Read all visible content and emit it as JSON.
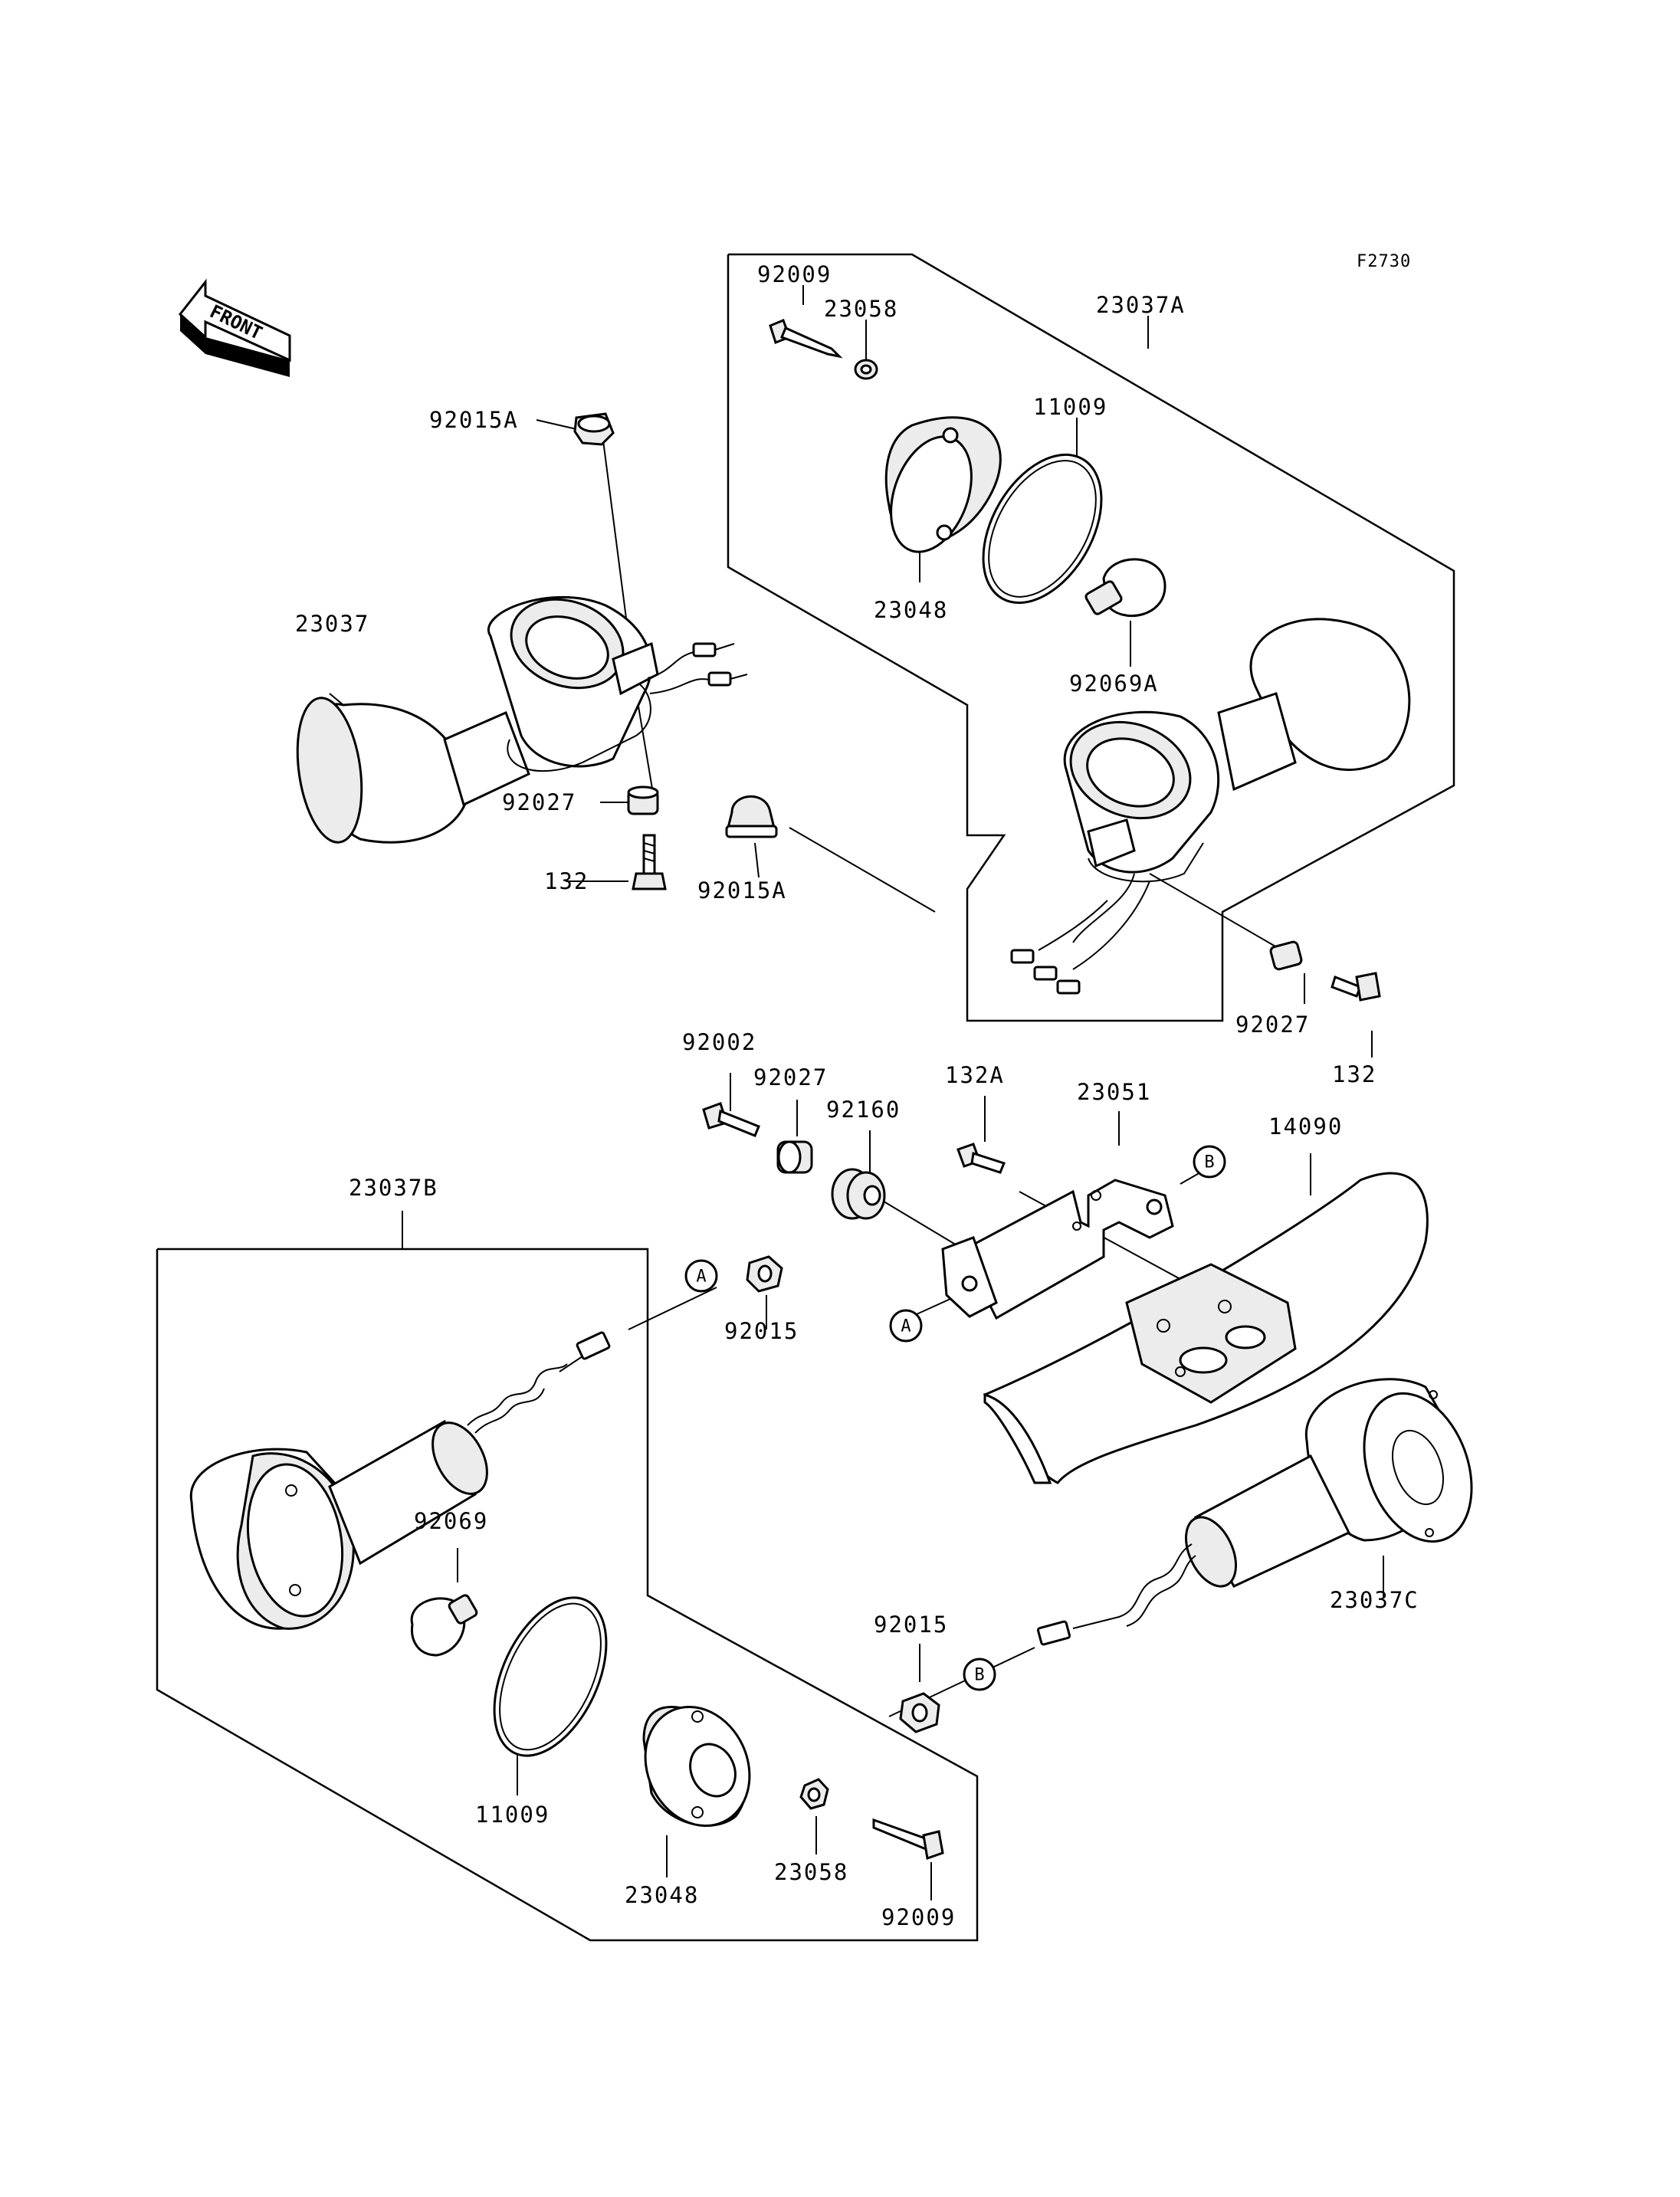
{
  "diagram": {
    "ref_code": "F2730",
    "front_label": "FRONT",
    "parts": {
      "p92009_top": "92009",
      "p23058_top": "23058",
      "p23037A": "23037A",
      "p11009_top": "11009",
      "p92015A_left": "92015A",
      "p23037": "23037",
      "p23048_top": "23048",
      "p92069A": "92069A",
      "p92027_left": "92027",
      "p132_left": "132",
      "p92015A_mid": "92015A",
      "p92027_right": "92027",
      "p132_right": "132",
      "p92002": "92002",
      "p92027_mid": "92027",
      "p92160": "92160",
      "p132A": "132A",
      "p23051": "23051",
      "p14090": "14090",
      "p23037B": "23037B",
      "p92015_mid": "92015",
      "p92069": "92069",
      "p23037C": "23037C",
      "p92015_low": "92015",
      "p11009_low": "11009",
      "p23058_low": "23058",
      "p23048_low": "23048",
      "p92009_low": "92009"
    },
    "callouts": {
      "a1": "A",
      "a2": "A",
      "b1": "B",
      "b2": "B"
    }
  }
}
